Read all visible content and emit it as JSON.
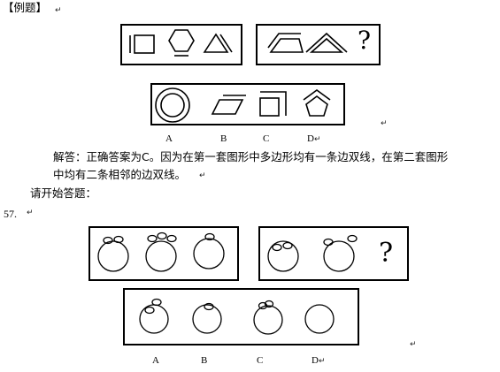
{
  "heading": "【例题】",
  "return_mark": "↵",
  "example": {
    "options": [
      "A",
      "B",
      "C",
      "D"
    ],
    "question_mark": "?",
    "explanation_line1": "解答：正确答案为C。因为在第一套图形中多边形均有一条边双线，在第二套图形",
    "explanation_line2": "中均有二条相邻的边双线。"
  },
  "prompt": "请开始答题：",
  "question": {
    "number": "57.",
    "options": [
      "A",
      "B",
      "C",
      "D"
    ],
    "question_mark": "?"
  }
}
